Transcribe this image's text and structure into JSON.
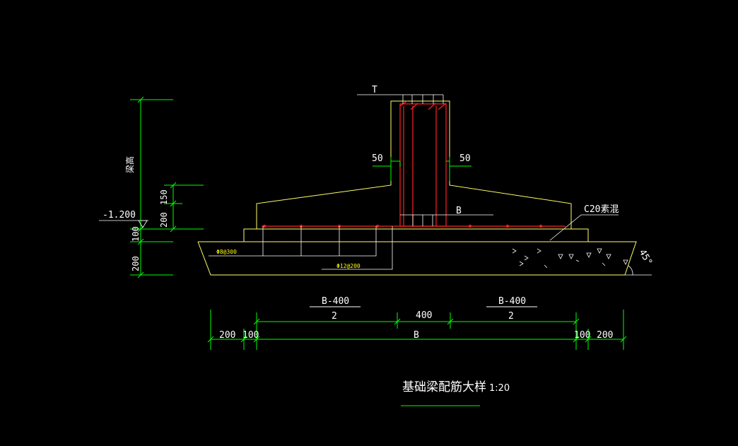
{
  "drawing": {
    "title": "基础梁配筋大样",
    "scale": "1:20",
    "labels": {
      "T": "T",
      "B_top": "B",
      "left_50": "50",
      "right_50": "50",
      "concrete": "C20素混",
      "rebar_stirrup": "Φ8@300",
      "rebar_main": "Φ12@200",
      "elevation": "-1.200",
      "angle": "45°",
      "beam_height": "梁高"
    },
    "dim_vertical": [
      "150",
      "200",
      "100",
      "200"
    ],
    "dim_bottom_row1": {
      "left_fraction_top": "B-400",
      "left_fraction_bottom": "2",
      "center": "400",
      "right_fraction_top": "B-400",
      "right_fraction_bottom": "2"
    },
    "dim_bottom_row2": {
      "left_200": "200",
      "left_100": "100",
      "center_B": "B",
      "right_100": "100",
      "right_200": "200"
    },
    "colors": {
      "background": "#000000",
      "outline": "#ffff66",
      "dimension": "#00ff00",
      "rebar": "#ff2020",
      "text": "#ffffff",
      "leader": "#ffffff"
    }
  }
}
